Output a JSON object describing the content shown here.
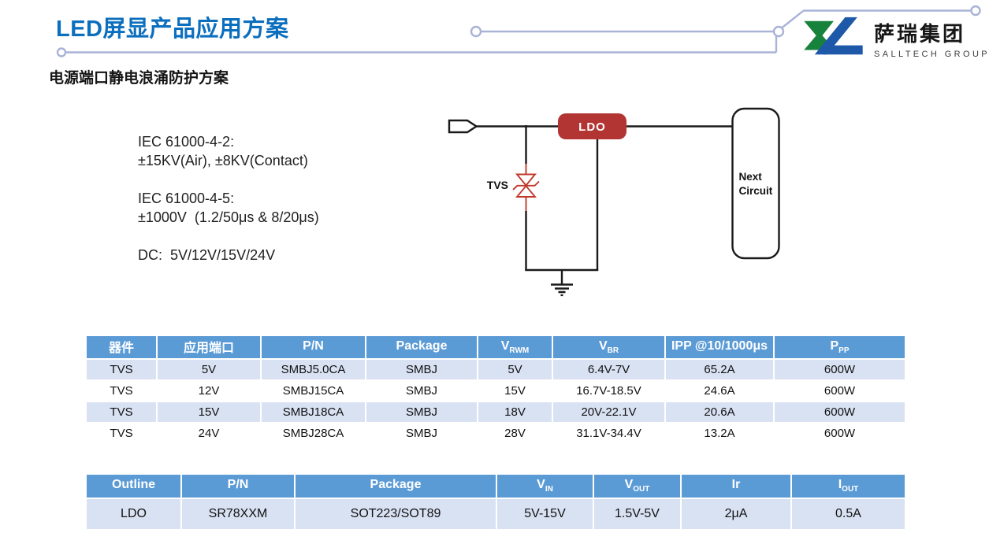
{
  "page": {
    "title": "LED屏显产品应用方案",
    "subtitle": "电源端口静电浪涌防护方案"
  },
  "logo": {
    "name": "萨瑞集团",
    "subname": "SALLTECH GROUP"
  },
  "specs": {
    "esd_standard": "IEC 61000-4-2:",
    "esd_rating": "±15KV(Air), ±8KV(Contact)",
    "surge_standard": "IEC 61000-4-5:",
    "surge_rating": "±1000V  (1.2/50μs & 8/20μs)",
    "dc_rails": "DC:  5V/12V/15V/24V"
  },
  "diagram": {
    "tvs_label": "TVS",
    "ldo_label": "LDO",
    "next_circuit_line1": "Next",
    "next_circuit_line2": "Circuit"
  },
  "tables": {
    "tvs": {
      "headers": [
        {
          "t": "器件"
        },
        {
          "t": "应用端口"
        },
        {
          "t": "P/N"
        },
        {
          "t": "Package"
        },
        {
          "t": "V",
          "s": "RWM"
        },
        {
          "t": "V",
          "s": "BR"
        },
        {
          "t": "IPP @10/1000μs"
        },
        {
          "t": "P",
          "s": "PP"
        }
      ],
      "rows": [
        [
          "TVS",
          "5V",
          "SMBJ5.0CA",
          "SMBJ",
          "5V",
          "6.4V-7V",
          "65.2A",
          "600W"
        ],
        [
          "TVS",
          "12V",
          "SMBJ15CA",
          "SMBJ",
          "15V",
          "16.7V-18.5V",
          "24.6A",
          "600W"
        ],
        [
          "TVS",
          "15V",
          "SMBJ18CA",
          "SMBJ",
          "18V",
          "20V-22.1V",
          "20.6A",
          "600W"
        ],
        [
          "TVS",
          "24V",
          "SMBJ28CA",
          "SMBJ",
          "28V",
          "31.1V-34.4V",
          "13.2A",
          "600W"
        ]
      ]
    },
    "ldo": {
      "headers": [
        {
          "t": "Outline"
        },
        {
          "t": "P/N"
        },
        {
          "t": "Package"
        },
        {
          "t": "V",
          "s": "IN"
        },
        {
          "t": "V",
          "s": "OUT"
        },
        {
          "t": "Ir"
        },
        {
          "t": "I",
          "s": "OUT"
        }
      ],
      "rows": [
        [
          "LDO",
          "SR78XXM",
          "SOT223/SOT89",
          "5V-15V",
          "1.5V-5V",
          "2μA",
          "0.5A"
        ]
      ]
    }
  },
  "colors": {
    "title_blue": "#0c6fbe",
    "table_header_blue": "#5b9bd5",
    "table_band_blue": "#d9e2f3",
    "ldo_red": "#b23533",
    "tvs_red": "#c0392b",
    "decor_line": "#a9b3d6",
    "logo_green": "#17823b",
    "logo_blue": "#1d59a8"
  }
}
